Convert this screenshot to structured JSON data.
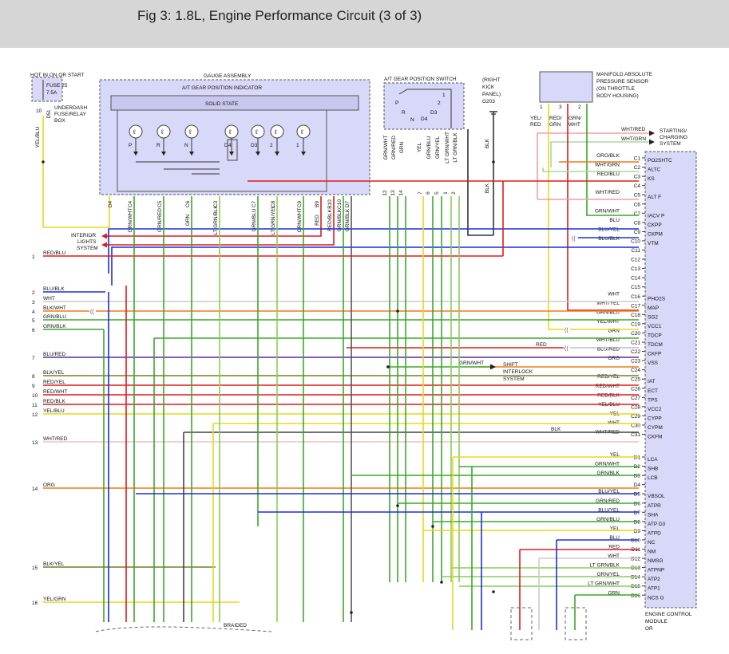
{
  "title": "Fig 3: 1.8L, Engine Performance Circuit (3 of 3)",
  "fuse_box": {
    "header": "HOT IN ON OR START",
    "fuse": "FUSE 25",
    "rating": "7.5A",
    "box_label": [
      "UNDERDASH",
      "FUSE/RELAY",
      "BOX"
    ],
    "pin": "10",
    "connector": "D51",
    "wire": "YEL/BLU"
  },
  "gauge": {
    "title": "GAUGE ASSEMBLY",
    "subtitle": "A/T GEAR POSITION INDICATOR",
    "solid_state": "SOLID STATE",
    "lamps": [
      "P",
      "R",
      "N",
      "D4",
      "D3",
      "2",
      "1"
    ],
    "pins": [
      "D4",
      "C4",
      "C5",
      "C6",
      "C3",
      "C7",
      "C8",
      "C9",
      "B9",
      "B10",
      "C10",
      "D7"
    ],
    "wires": [
      "YEL/BLU",
      "GRN/WHT",
      "GRN/RED",
      "GRN",
      "LT GRN/BLK",
      "GRN/BLU",
      "LT GRN/YEL",
      "GRN/WHT",
      "RED",
      "RED/BLK",
      "GRN/BLK",
      "GRN/BLK"
    ],
    "interior": "INTERIOR LIGHTS SYSTEM"
  },
  "at_switch": {
    "title": "A/T GEAR POSITION SWITCH",
    "positions": [
      "P",
      "R",
      "N",
      "D4",
      "D3",
      "2",
      "1"
    ],
    "pins": [
      "12",
      "13",
      "14",
      "7",
      "6",
      "5",
      "1",
      "2"
    ],
    "wires": [
      "GRN/WHT",
      "GRN/RED",
      "GRN",
      "YEL",
      "GRN/BLU",
      "GRN/YEL",
      "LT GRN/WHT",
      "LT GRN/BLK",
      "BLK"
    ],
    "ground": [
      "(RIGHT",
      "KICK",
      "PANEL)",
      "G203"
    ]
  },
  "map_sensor": {
    "label": [
      "MANIFOLD ABSOLUTE",
      "PRESSURE SENSOR",
      "(ON THROTTLE",
      "BODY HOUSING)"
    ],
    "pins": [
      "1",
      "3",
      "2"
    ],
    "wires": [
      "YEL/RED",
      "RED/GRN",
      "GRN/WHT"
    ]
  },
  "starting": {
    "wires": [
      "WHT/RED",
      "WHT/GRN"
    ],
    "label": [
      "STARTING/",
      "CHARGING",
      "SYSTEM"
    ]
  },
  "shift": {
    "wire": "GRN/WHT",
    "label": [
      "SHIFT",
      "INTERLOCK",
      "SYSTEM"
    ]
  },
  "left_wires": [
    {
      "num": "1",
      "wire": "RED/BLU"
    },
    {
      "num": "2",
      "wire": "BLU/BLK"
    },
    {
      "num": "3",
      "wire": "WHT"
    },
    {
      "num": "4",
      "wire": "BLK/WHT"
    },
    {
      "num": "5",
      "wire": "GRN/BLU"
    },
    {
      "num": "6",
      "wire": "GRN/BLK"
    },
    {
      "num": "7",
      "wire": "BLU/RED"
    },
    {
      "num": "8",
      "wire": "BLK/YEL"
    },
    {
      "num": "9",
      "wire": "RED/YEL"
    },
    {
      "num": "10",
      "wire": "RED/WHT"
    },
    {
      "num": "11",
      "wire": "RED/BLK"
    },
    {
      "num": "12",
      "wire": "YEL/BLU"
    },
    {
      "num": "13",
      "wire": "WHT/RED"
    },
    {
      "num": "14",
      "wire": "ORG"
    },
    {
      "num": "15",
      "wire": "BLK/YEL"
    },
    {
      "num": "16",
      "wire": "YEL/GRN"
    }
  ],
  "ecm_pins": [
    {
      "pin": "C1",
      "wire": "ORG/BLK",
      "func": "PO2SHTC"
    },
    {
      "pin": "C2",
      "wire": "WHT/GRN",
      "func": "ALTC"
    },
    {
      "pin": "C3",
      "wire": "RED/BLU",
      "func": "KS"
    },
    {
      "pin": "C4",
      "wire": "",
      "func": ""
    },
    {
      "pin": "C5",
      "wire": "WHT/RED",
      "func": "ALT F"
    },
    {
      "pin": "C6",
      "wire": "",
      "func": ""
    },
    {
      "pin": "C7",
      "wire": "GRN/WHT",
      "func": "IACV P"
    },
    {
      "pin": "C8",
      "wire": "BLU",
      "func": "CKPP"
    },
    {
      "pin": "C9",
      "wire": "BLU/YEL",
      "func": "CKPM"
    },
    {
      "pin": "C10",
      "wire": "BLU/BLK",
      "func": "VTM"
    },
    {
      "pin": "C11",
      "wire": "",
      "func": ""
    },
    {
      "pin": "C12",
      "wire": "",
      "func": ""
    },
    {
      "pin": "C13",
      "wire": "",
      "func": ""
    },
    {
      "pin": "C14",
      "wire": "",
      "func": ""
    },
    {
      "pin": "C15",
      "wire": "",
      "func": ""
    },
    {
      "pin": "C16",
      "wire": "WHT",
      "func": "PHO2S"
    },
    {
      "pin": "C17",
      "wire": "WHT/YEL",
      "func": "MAP"
    },
    {
      "pin": "C18",
      "wire": "GRN/BLU",
      "func": "SG2"
    },
    {
      "pin": "C19",
      "wire": "YEL/WHT",
      "func": "VCC1"
    },
    {
      "pin": "C20",
      "wire": "GRN",
      "func": "TDCP"
    },
    {
      "pin": "C21",
      "wire": "WHT/BLU",
      "func": "TDCM"
    },
    {
      "pin": "C22",
      "wire": "BLU/RED",
      "func": "CKFP"
    },
    {
      "pin": "C23",
      "wire": "ORG",
      "func": "VSS"
    },
    {
      "pin": "C24",
      "wire": "",
      "func": ""
    },
    {
      "pin": "C25",
      "wire": "RED/YEL",
      "func": "IAT"
    },
    {
      "pin": "C26",
      "wire": "RED/WHT",
      "func": "ECT"
    },
    {
      "pin": "C27",
      "wire": "RED/BLK",
      "func": "TPS"
    },
    {
      "pin": "C28",
      "wire": "YEL/BLU",
      "func": "VCC2"
    },
    {
      "pin": "C29",
      "wire": "YEL",
      "func": "CYPP"
    },
    {
      "pin": "C30",
      "wire": "WHT",
      "func": "CYPM"
    },
    {
      "pin": "C31",
      "wire": "WHT/RED",
      "func": "CKFM"
    },
    {
      "pin": "D1",
      "wire": "YEL",
      "func": "LCA"
    },
    {
      "pin": "D2",
      "wire": "GRN/WHT",
      "func": "SHB"
    },
    {
      "pin": "D3",
      "wire": "GRN/BLK",
      "func": "LCB"
    },
    {
      "pin": "D4",
      "wire": "",
      "func": ""
    },
    {
      "pin": "D5",
      "wire": "BLU/YEL",
      "func": "VBSOL"
    },
    {
      "pin": "D6",
      "wire": "GRN/RED",
      "func": "ATPR"
    },
    {
      "pin": "D7",
      "wire": "BLU/YEL",
      "func": "SHA"
    },
    {
      "pin": "D8",
      "wire": "GRN/BLU",
      "func": "ATP D3"
    },
    {
      "pin": "D9",
      "wire": "YEL",
      "func": "ATPD"
    },
    {
      "pin": "D10",
      "wire": "BLU",
      "func": "NC"
    },
    {
      "pin": "D11",
      "wire": "RED",
      "func": "NM"
    },
    {
      "pin": "D12",
      "wire": "WHT",
      "func": "NMSG"
    },
    {
      "pin": "D13",
      "wire": "LT GRN/BLK",
      "func": "ATPNP"
    },
    {
      "pin": "D14",
      "wire": "GRN/YEL",
      "func": "ATP2"
    },
    {
      "pin": "D15",
      "wire": "LT GRN/WHT",
      "func": "ATP1"
    },
    {
      "pin": "D16",
      "wire": "GRN",
      "func": "NCS G"
    }
  ],
  "mid_labels": {
    "red": "RED",
    "blk": "BLK"
  },
  "ecm_label": [
    "ENGINE CONTROL",
    "MODULE",
    "OR"
  ],
  "braided": "BRAIDED",
  "colors": {
    "RED": "#e01b1b",
    "GRN": "#3aa82a",
    "BLU": "#1c2fd8",
    "YEL": "#e8d81a",
    "WHT": "#cccccc",
    "BLK": "#333333",
    "ORG": "#f07c14",
    "PUR": "#5a2aa0",
    "BOX": "#d8d8f8"
  }
}
